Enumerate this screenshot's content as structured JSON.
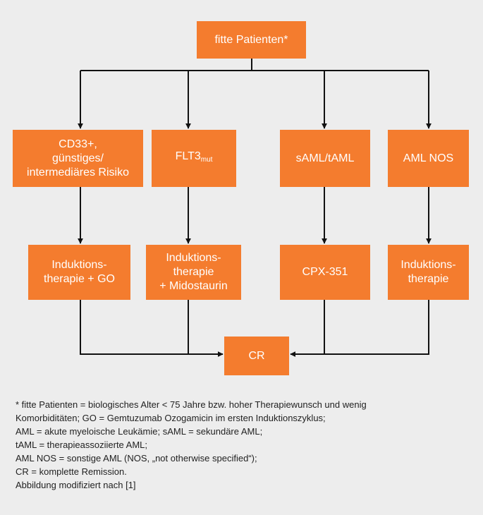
{
  "diagram": {
    "top": "fitte Patienten*",
    "groups": [
      {
        "criterion": [
          "CD33+,",
          "günstiges/",
          "intermediäres Risiko"
        ],
        "therapy": [
          "Induktions-",
          "therapie + GO"
        ]
      },
      {
        "criterion": [
          "FLT3"
        ],
        "criterion_sub": "mut",
        "therapy": [
          "Induktions-",
          "therapie",
          "+ Midostaurin"
        ]
      },
      {
        "criterion": [
          "sAML/tAML"
        ],
        "therapy": [
          "CPX-351"
        ]
      },
      {
        "criterion": [
          "AML NOS"
        ],
        "therapy": [
          "Induktions-",
          "therapie"
        ]
      }
    ],
    "result": "CR"
  },
  "footnote": [
    "* fitte Patienten = biologisches Alter < 75 Jahre bzw. hoher Therapiewunsch und wenig",
    "Komorbiditäten; GO = Gemtuzumab Ozogamicin im ersten Induktionszyklus;",
    "AML = akute myeloische Leukämie; sAML = sekundäre AML;",
    "tAML = therapieassoziierte AML;",
    "AML NOS = sonstige AML (NOS, „not otherwise specified“);",
    "CR = komplette Remission.",
    "Abbildung modifiziert nach [1]"
  ],
  "colors": {
    "box": "#f47c2e",
    "box_text": "#ffffff",
    "line": "#111111",
    "background": "#ededed"
  }
}
